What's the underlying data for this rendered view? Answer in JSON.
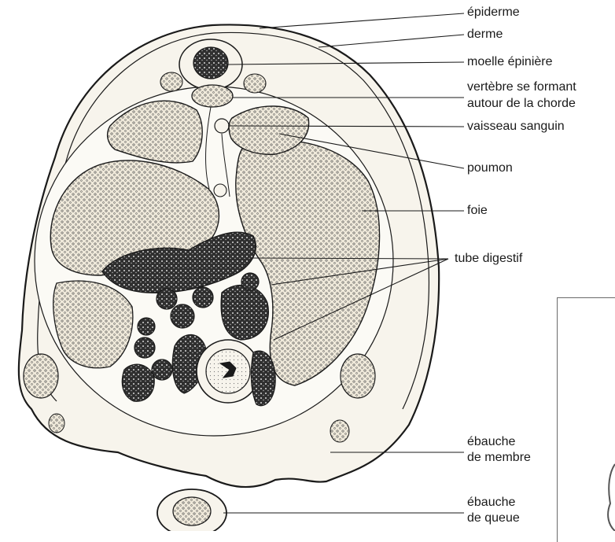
{
  "labels": {
    "epiderme": "épiderme",
    "derme": "derme",
    "moelle": "moelle épinière",
    "vertebre_1": "vertèbre se formant",
    "vertebre_2": "autour de la chorde",
    "vaisseau": "vaisseau sanguin",
    "poumon": "poumon",
    "foie": "foie",
    "tube": "tube digestif",
    "membre_1": "ébauche",
    "membre_2": "de membre",
    "queue_1": "ébauche",
    "queue_2": "de queue"
  },
  "colors": {
    "ink": "#1a1a1a",
    "cross_section_fill": "#f7f4ec",
    "organ_fill": "#ece6d6",
    "gut_fill": "#3a3a3a"
  }
}
